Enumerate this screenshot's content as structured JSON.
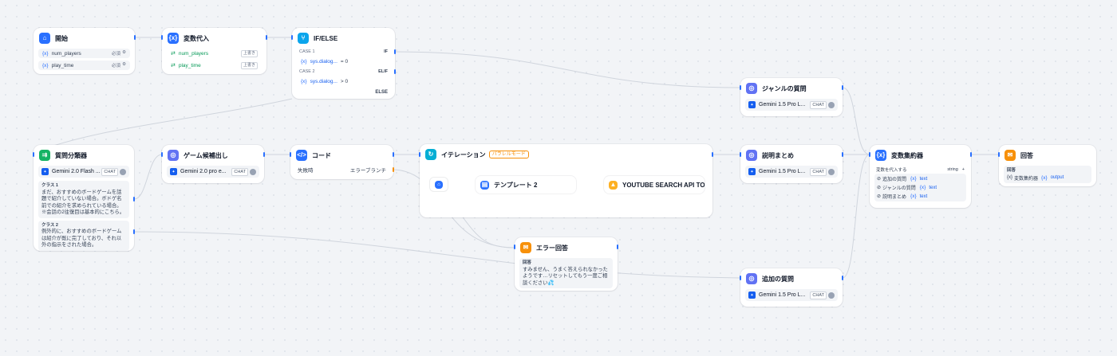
{
  "canvas": {
    "grid": "dotted",
    "background": "#f2f4f7",
    "edge_color": "#d0d5dd"
  },
  "colors": {
    "blue": "#2970ff",
    "green": "#16b364",
    "purple": "#6172f3",
    "indigo": "#444ce7",
    "cyan": "#0ba5ec",
    "orange": "#f79009",
    "cyan_dark": "#06aed4"
  },
  "start": {
    "title": "開始",
    "vars": [
      "num_players",
      "play_time"
    ],
    "var_prefix": "{x}",
    "flags": "必須"
  },
  "assign": {
    "title": "変数代入",
    "vars": [
      "num_players",
      "play_time"
    ],
    "mode": "上書き"
  },
  "ifelse": {
    "title": "IF/ELSE",
    "case1": "CASE 1",
    "if_label": "IF",
    "cond1_var": "sys.dialog...",
    "cond1_op": "= 0",
    "case2": "CASE 2",
    "elif_label": "ELIF",
    "cond2_var": "sys.dialog...",
    "cond2_op": "> 0",
    "else_label": "ELSE"
  },
  "classifier": {
    "title": "質問分類器",
    "model": "Gemini 2.0 Flash ...",
    "chat": "CHAT",
    "class1_label": "クラス 1",
    "class1_text": "まだ、おすすめのボードゲームを話題で紹介していない場合。ボドゲ名前での紹介を求められている場合。※会話の2往復目は基本的にこちら。",
    "class2_label": "クラス 2",
    "class2_text": "例外的に、おすすめのボードゲームは紹介が既に完了しており、それ以外の指示をされた場合。"
  },
  "game_extract": {
    "title": "ゲーム候補出し",
    "model": "Gemini 2.0 pro e...",
    "chat": "CHAT"
  },
  "code": {
    "title": "コード",
    "fail": "失敗時",
    "branch": "エラーブランチ"
  },
  "iteration": {
    "title": "イテレーション",
    "badge": "パラレルモード",
    "template": "テンプレート 2",
    "tool": "YOUTUBE SEARCH API TOO"
  },
  "error_answer": {
    "title": "エラー回答",
    "label": "回答",
    "text": "すみません、うまく答えられなかったようです…リセットしてもう一度ご相談ください💦"
  },
  "genre_q": {
    "title": "ジャンルの質問",
    "model": "Gemini 1.5 Pro L...",
    "chat": "CHAT"
  },
  "desc_sum": {
    "title": "説明まとめ",
    "model": "Gemini 1.5 Pro L...",
    "chat": "CHAT"
  },
  "extra_q": {
    "title": "追加の質問",
    "model": "Gemini 1.5 Pro L...",
    "chat": "CHAT"
  },
  "aggregator": {
    "title": "変数集約器",
    "assign_label": "変数を代入する",
    "type": "string",
    "items": [
      "追加の質問",
      "ジャンルの質問",
      "説明まとめ"
    ],
    "item_var": "text"
  },
  "answer": {
    "title": "回答",
    "label": "回答",
    "var_node": "変数集約器",
    "var_name": "output"
  }
}
